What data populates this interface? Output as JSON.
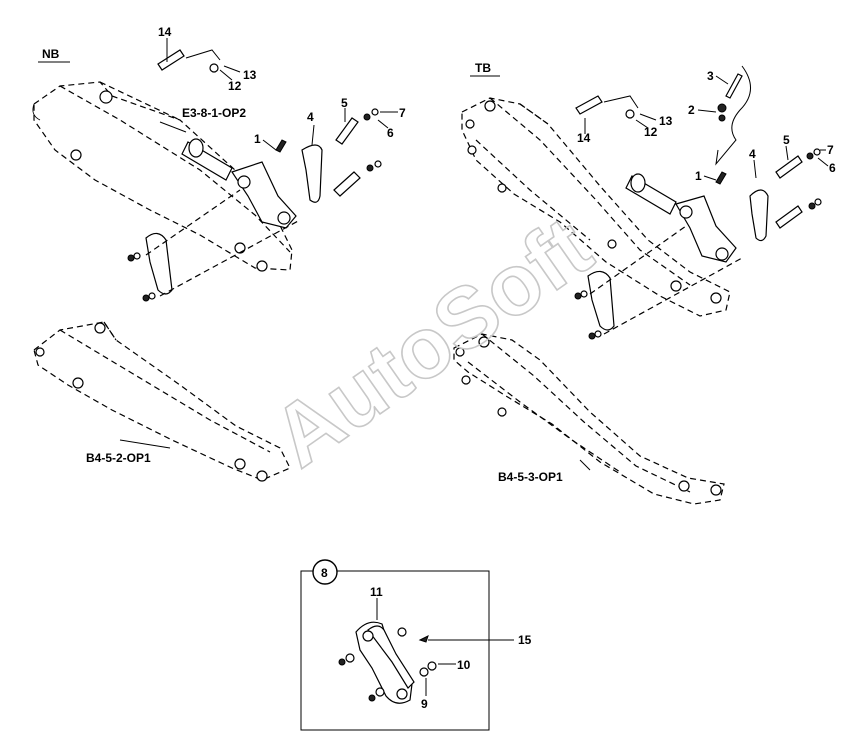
{
  "sections": {
    "nb": "NB",
    "tb": "TB"
  },
  "refs": {
    "nb_top": "E3-8-1-OP2",
    "nb_bottom": "B4-5-2-OP1",
    "tb_bottom": "B4-5-3-OP1"
  },
  "callouts": {
    "nb": [
      "14",
      "12",
      "13",
      "1",
      "4",
      "5",
      "7",
      "6"
    ],
    "tb": [
      "3",
      "2",
      "14",
      "12",
      "13",
      "1",
      "4",
      "5",
      "7",
      "6"
    ]
  },
  "detail": {
    "badge": "8",
    "labels": [
      "11",
      "15",
      "10",
      "9"
    ]
  },
  "watermark": "AutoSoft"
}
